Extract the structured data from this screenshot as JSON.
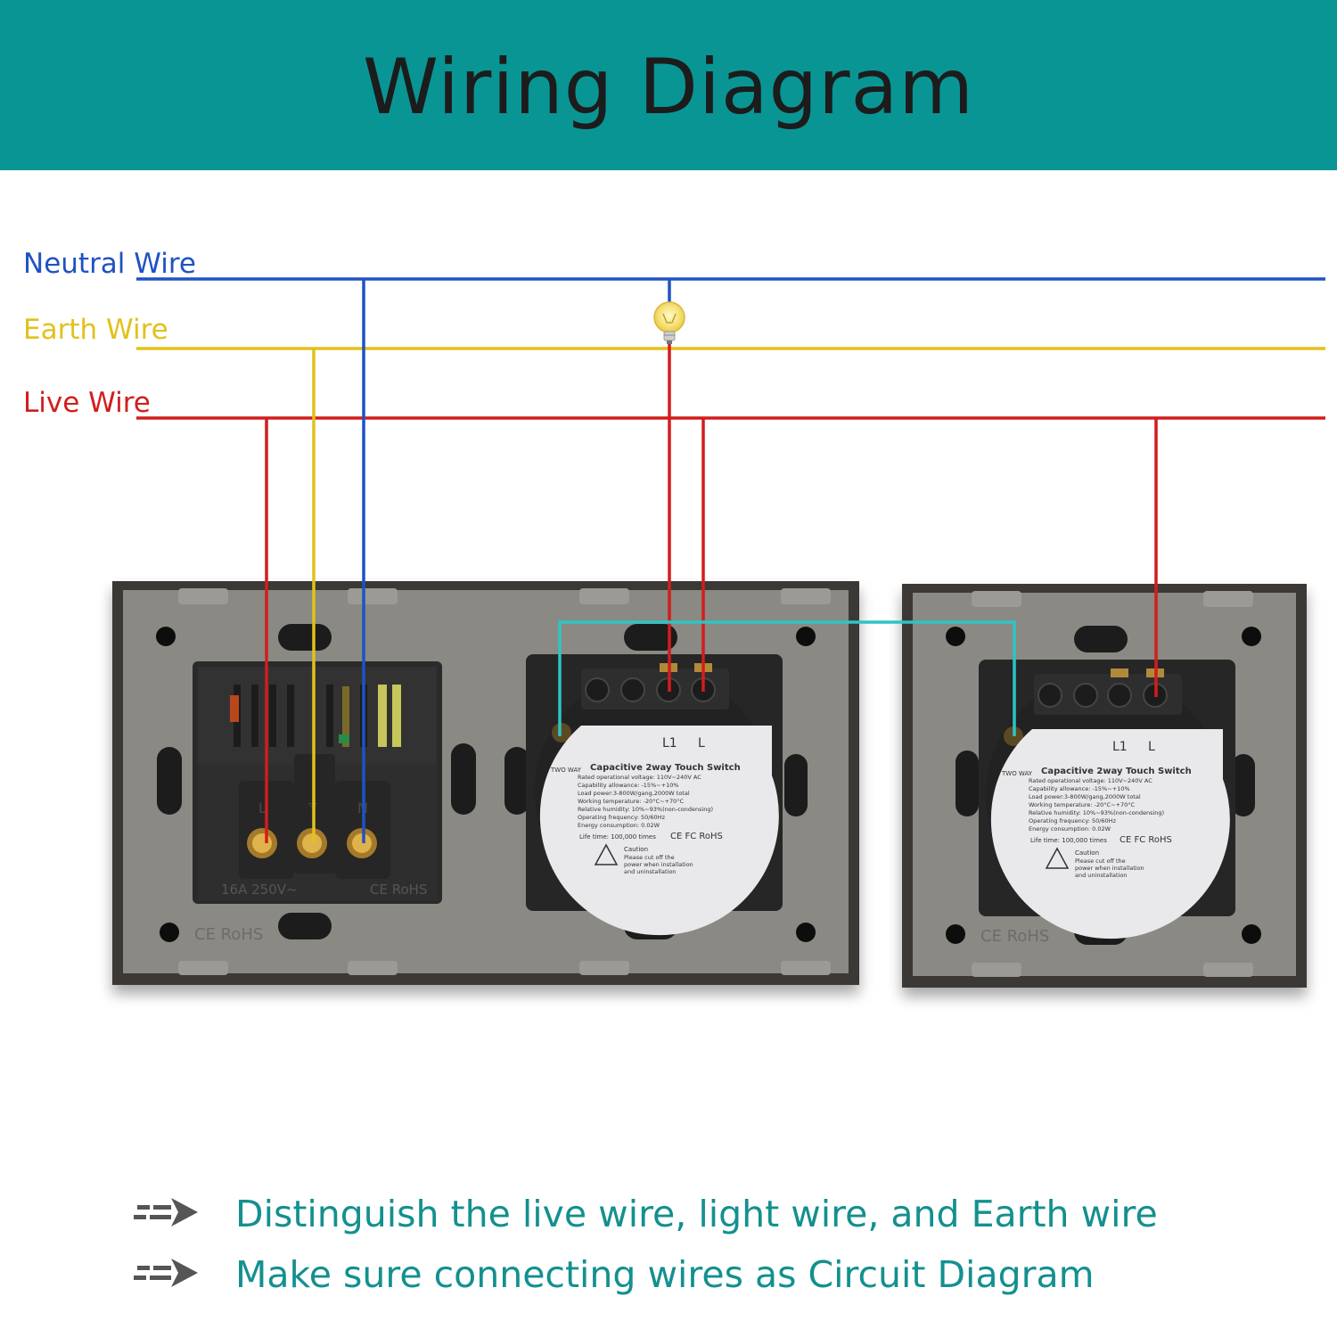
{
  "header": {
    "title": "Wiring Diagram"
  },
  "wires": {
    "neutral": {
      "label": "Neutral Wire",
      "color": "#1f52c4"
    },
    "earth": {
      "label": "Earth Wire",
      "color": "#e2c11c"
    },
    "live": {
      "label": "Live Wire",
      "color": "#d21d1d"
    },
    "traveller": {
      "color": "#2fc4c4"
    }
  },
  "socket": {
    "rating_text": "16A 250V~",
    "cert_text": "CE RoHS",
    "terminal_marks": [
      "L",
      "⏚",
      "N"
    ]
  },
  "switches": [
    {
      "terminals": [
        "L1",
        "L"
      ],
      "tag": "TWO WAY",
      "title": "Capacitive 2way Touch Switch",
      "specs": [
        "Rated operational voltage: 110V~240V AC",
        "Capability allowance: -15%~+10%",
        "Load power:3-800W/gang,2000W total",
        "Working temperature: -20°C~+70°C",
        "Relative humidity: 10%~93%(non-condensing)",
        "Operating frequency: 50/60Hz",
        "Energy consumption: 0.02W"
      ],
      "life": "Life time: 100,000 times",
      "certs": "CE FC RoHS",
      "caution_title": "Caution",
      "caution_lines": [
        "Please cut off the",
        "power when installation",
        "and uninstallation"
      ]
    },
    {
      "terminals": [
        "L1",
        "L"
      ],
      "tag": "TWO WAY",
      "title": "Capacitive 2way Touch Switch",
      "specs": [
        "Rated operational voltage: 110V~240V AC",
        "Capability allowance: -15%~+10%",
        "Load power:3-800W/gang,2000W total",
        "Working temperature: -20°C~+70°C",
        "Relative humidity: 10%~93%(non-condensing)",
        "Operating frequency: 50/60Hz",
        "Energy consumption: 0.02W"
      ],
      "life": "Life time: 100,000 times",
      "certs": "CE FC RoHS",
      "caution_title": "Caution",
      "caution_lines": [
        "Please cut off the",
        "power when installation",
        "and uninstallation"
      ]
    }
  ],
  "plate_cert": "CE RoHS",
  "notes": [
    {
      "text": "Distinguish the live wire, light wire,  and Earth wire",
      "icon": "dashed-arrow-icon"
    },
    {
      "text": "Make sure connecting wires as Circuit Diagram",
      "icon": "dashed-arrow-icon"
    }
  ]
}
